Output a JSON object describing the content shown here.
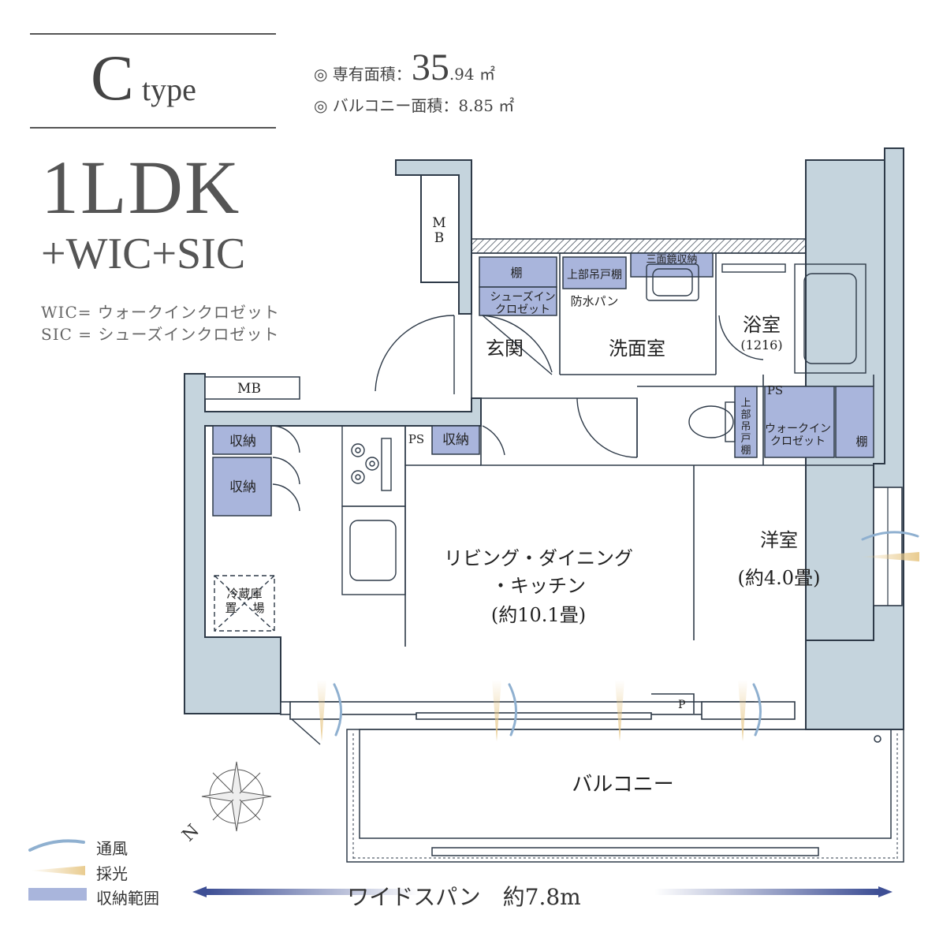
{
  "header": {
    "type_letter": "C",
    "type_word": "type",
    "layout": "1LDK",
    "layout_plus": "+WIC+SIC",
    "wic_def": "WIC= ウォークインクロゼット",
    "sic_def": "SIC = シューズインクロゼット"
  },
  "areas": {
    "private_label": "◎ 専有面積：",
    "private_int": "35",
    "private_dec": ".94 ㎡",
    "balcony": "◎ バルコニー面積：8.85 ㎡"
  },
  "rooms": {
    "entrance": "玄関",
    "washroom": "洗面室",
    "bath": "浴室",
    "bath_size": "(1216)",
    "ldk_1": "リビング・ダイニング",
    "ldk_2": "・キッチン",
    "ldk_size": "(約10.1畳)",
    "western": "洋室",
    "western_size": "(約4.0畳)",
    "balcony": "バルコニー"
  },
  "labels": {
    "mb1": "M",
    "mb2": "B",
    "mb_h": "MB",
    "shelf": "棚",
    "shoes_1": "シューズイン",
    "shoes_2": "クロゼット",
    "upper_cab": "上部吊戸棚",
    "waterpan": "防水パン",
    "mirror": "三面鏡収納",
    "storage": "収納",
    "ps": "PS",
    "wic_1": "ウォークイン",
    "wic_2": "クロゼット",
    "toilet_cab_1": "上",
    "toilet_cab_2": "部",
    "toilet_cab_3": "吊",
    "toilet_cab_4": "戸",
    "toilet_cab_5": "棚",
    "fridge_1": "冷蔵庫",
    "fridge_2": "置",
    "fridge_3": "場",
    "p": "P",
    "north": "N"
  },
  "legend": {
    "wind": "通風",
    "light": "採光",
    "storage": "収納範囲"
  },
  "span": "ワイドスパン　約7.8m",
  "colors": {
    "wall": "#c5d4dd",
    "wall_stroke": "#2e3a48",
    "storage": "#a9b5dc",
    "wind": "#8fb0d0",
    "light": "#e8c98a",
    "arrow": "#4a5b9c"
  }
}
